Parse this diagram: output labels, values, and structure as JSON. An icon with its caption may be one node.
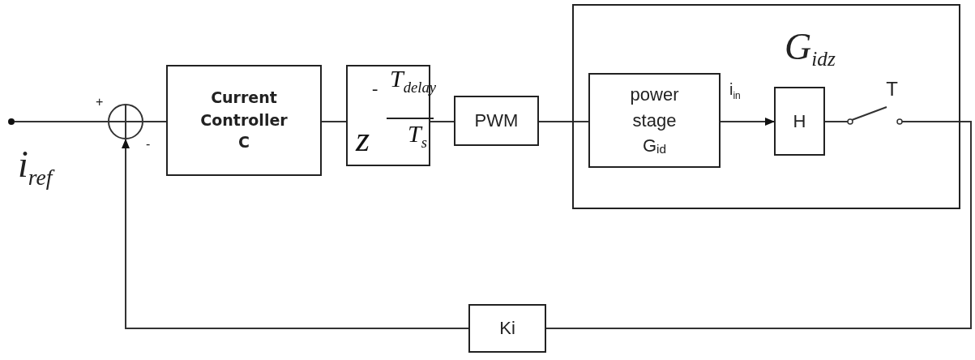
{
  "diagram": {
    "nodes": [
      {
        "text": [],
        "shape": "circle",
        "beside": [
          "i$_{ref}$"
        ]
      },
      {
        "text": [],
        "shape": "circle"
      },
      {
        "text": [
          "Current Controller",
          "C"
        ]
      },
      {
        "text": [
          "z",
          "-",
          "T$_{delay}$",
          "T$_{s}$"
        ]
      },
      {
        "text": [
          "PWM"
        ]
      },
      {
        "text": [
          "G$_{idz}$"
        ]
      },
      {
        "text": [
          "power stage",
          "G$_{id}$"
        ],
        "in": 5
      },
      {
        "text": [
          "H"
        ],
        "in": 5
      },
      {
        "text": [
          "T"
        ],
        "in": 5
      },
      {
        "text": [
          "Ki"
        ]
      }
    ],
    "edges": [
      {
        "from": 0,
        "to": 1,
        "arrow": "none"
      },
      {
        "from": 1,
        "to": 2,
        "arrow": "none"
      },
      {
        "from": 2,
        "to": 3,
        "arrow": "none"
      },
      {
        "from": 3,
        "to": 4,
        "arrow": "none"
      },
      {
        "from": 4,
        "to": 6,
        "arrow": "none"
      },
      {
        "from": 6,
        "to": 7,
        "arrow": "to",
        "label": "i$_{in}$"
      },
      {
        "from": 7,
        "to": 8,
        "arrow": "none"
      },
      {
        "from": 8,
        "to": 9,
        "arrow": "none"
      },
      {
        "from": 9,
        "to": 1,
        "arrow": "to"
      }
    ],
    "labels": [
      "+",
      "-"
    ]
  }
}
